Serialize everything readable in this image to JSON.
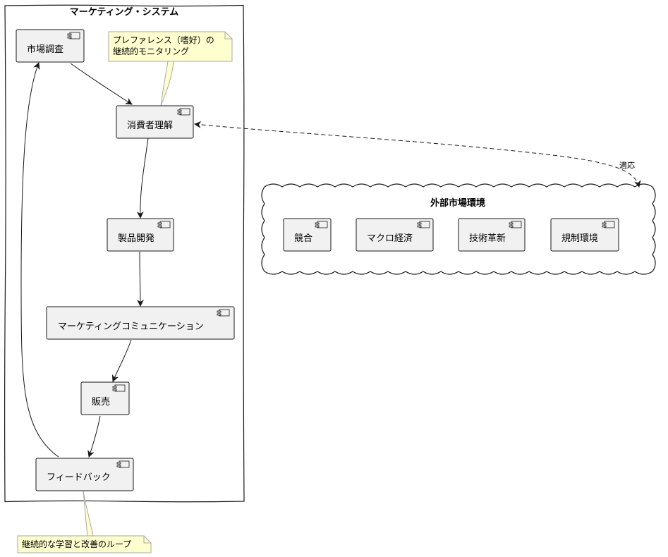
{
  "colors": {
    "component_fill": "#f1f1f1",
    "component_stroke": "#181818",
    "note_fill": "#fefece",
    "note_stroke": "#a8a8a8",
    "line": "#181818",
    "background": "#ffffff"
  },
  "marketing_system": {
    "title": "マーケティング・システム",
    "components": {
      "market_research": "市場調査",
      "consumer_understanding": "消費者理解",
      "product_development": "製品開発",
      "marketing_communication": "マーケティングコミュニケーション",
      "sales": "販売",
      "feedback": "フィードバック"
    }
  },
  "external_environment": {
    "title": "外部市場環境",
    "components": {
      "competition": "競合",
      "macro_economy": "マクロ経済",
      "technology_innovation": "技術革新",
      "regulation": "規制環境"
    }
  },
  "notes": {
    "preference_monitoring": {
      "line1": "プレファレンス（嗜好）の",
      "line2": "継続的モニタリング"
    },
    "continuous_learning": "継続的な学習と改善のループ"
  },
  "edges": {
    "adapt_label": "適応"
  },
  "icons": {
    "component": "component-icon"
  }
}
